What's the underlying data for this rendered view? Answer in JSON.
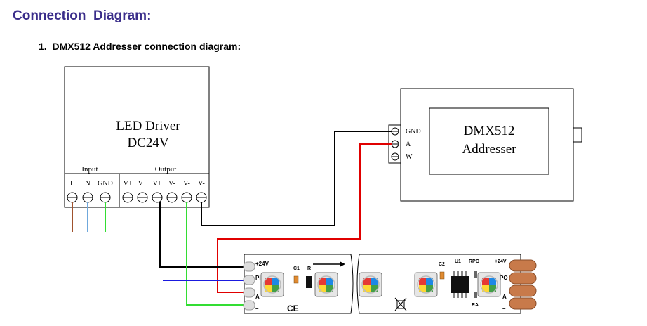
{
  "heading": "Connection  Diagram:",
  "subheading": "1.  DMX512 Addresser connection diagram:",
  "driver": {
    "title_line1": "LED Driver",
    "title_line2": "DC24V",
    "input_label": "Input",
    "output_label": "Output",
    "input_terminals": [
      "L",
      "N",
      "GND"
    ],
    "output_terminals": [
      "V+",
      "V+",
      "V+",
      "V-",
      "V-",
      "V-"
    ]
  },
  "addresser": {
    "title_line1": "DMX512",
    "title_line2": "Addresser",
    "pins": [
      "GND",
      "A",
      "W"
    ]
  },
  "strip": {
    "label_24v": "+24V",
    "label_pi": "PI",
    "label_a": "A",
    "label_minus": "–",
    "label_c1": "C1",
    "label_r": "R",
    "label_c2": "C2",
    "label_u1": "U1",
    "label_rpo": "RPO",
    "label_24v_right": "+24V",
    "label_po": "PO",
    "label_ra": "RA",
    "label_a_right": "A",
    "label_minus_right": "–",
    "ce_mark": "CE"
  },
  "colors": {
    "wire_black": "#000000",
    "wire_red": "#e00000",
    "wire_blue": "#1a1adf",
    "wire_green": "#33dd33",
    "wire_brown": "#a0522d",
    "wire_lightblue": "#6fa8dc",
    "pad_copper": "#c87a4a",
    "heading": "#3a2d8a"
  }
}
